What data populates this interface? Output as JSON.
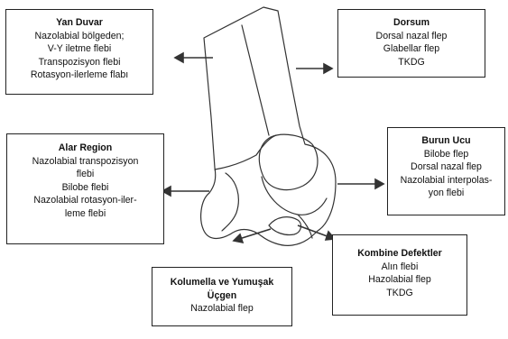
{
  "boxes": {
    "yan_duvar": {
      "title": "Yan Duvar",
      "lines": [
        "Nazolabial bölgeden;",
        "V-Y iletme flebi",
        "Transpozisyon flebi",
        "Rotasyon-ilerleme flabı"
      ]
    },
    "dorsum": {
      "title": "Dorsum",
      "lines": [
        "Dorsal nazal flep",
        "Glabellar flep",
        "TKDG"
      ]
    },
    "alar_region": {
      "title": "Alar Region",
      "lines": [
        "Nazolabial transpozisyon",
        "flebi",
        "Bilobe flebi",
        "Nazolabial rotasyon-iler-",
        "leme flebi"
      ]
    },
    "burun_ucu": {
      "title": "Burun Ucu",
      "lines": [
        "Bilobe flep",
        "Dorsal nazal flep",
        "Nazolabial interpolas-",
        "yon flebi"
      ]
    },
    "kolumella": {
      "title_lines": [
        "Kolumella ve Yumuşak",
        "Üçgen"
      ],
      "lines": [
        "Nazolabial flep"
      ]
    },
    "kombine": {
      "title": "Kombine Defektler",
      "lines": [
        "Alın flebi",
        "Hazolabial flep",
        "TKDG"
      ]
    }
  },
  "colors": {
    "stroke": "#222222",
    "arrow": "#333333",
    "background": "#ffffff"
  }
}
